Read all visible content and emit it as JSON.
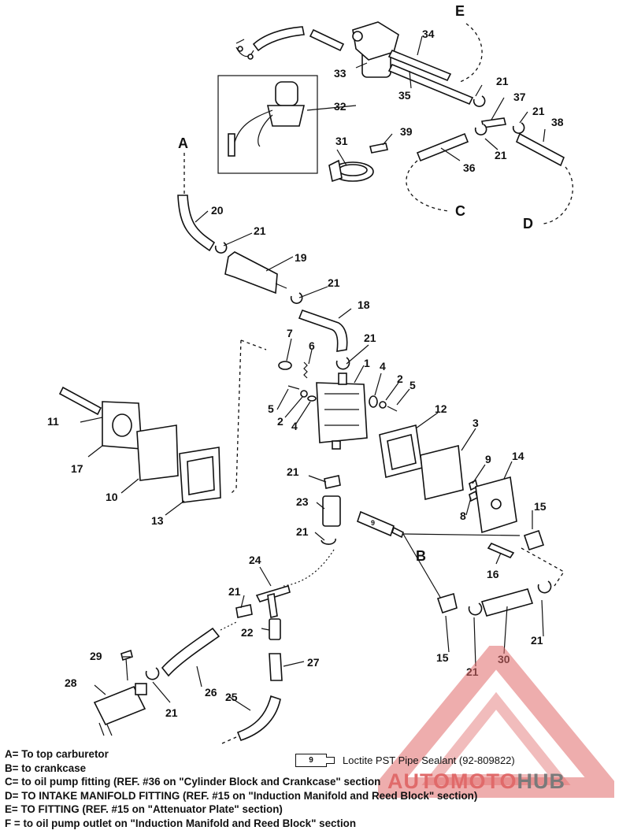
{
  "callouts": {
    "c1": "1",
    "c2a": "2",
    "c2b": "2",
    "c3": "3",
    "c4a": "4",
    "c4b": "4",
    "c5a": "5",
    "c5b": "5",
    "c6": "6",
    "c7": "7",
    "c8": "8",
    "c9a": "9",
    "c10": "10",
    "c11": "11",
    "c12": "12",
    "c13": "13",
    "c14": "14",
    "c15a": "15",
    "c15b": "15",
    "c16": "16",
    "c17": "17",
    "c18": "18",
    "c19": "19",
    "c20": "20",
    "c21a": "21",
    "c21b": "21",
    "c21c": "21",
    "c21d": "21",
    "c21e": "21",
    "c21f": "21",
    "c21g": "21",
    "c21h": "21",
    "c21i": "21",
    "c21j": "21",
    "c21k": "21",
    "c21l": "21",
    "c22": "22",
    "c23": "23",
    "c24": "24",
    "c25": "25",
    "c26": "26",
    "c27": "27",
    "c28": "28",
    "c29": "29",
    "c30": "30",
    "c31": "31",
    "c32": "32",
    "c33": "33",
    "c34": "34",
    "c35": "35",
    "c36": "36",
    "c37": "37",
    "c38": "38",
    "c39": "39",
    "tube9": "9"
  },
  "letters": {
    "A": "A",
    "B": "B",
    "C": "C",
    "D": "D",
    "E": "E",
    "F": "F"
  },
  "legend": [
    "A= To top carburetor",
    "B= to crankcase",
    "C= to oil pump fitting (REF. #36 on \"Cylinder Block and Crankcase\" section",
    "D= TO INTAKE MANIFOLD FITTING (REF. #15 on \"Induction Manifold and Reed Block\" section)",
    "E= TO FITTING (REF. #15 on \"Attenuator Plate\" section)",
    "F = to oil pump outlet on \"Induction Manifold and Reed Block\" section"
  ],
  "sealant": {
    "tube_number": "9",
    "text": "Loctite PST Pipe Sealant (92-809822)"
  },
  "watermark": {
    "part1": "AUTO",
    "part2": "MOTO",
    "part3": "HUB"
  },
  "colors": {
    "line": "#111111",
    "watermark_red": "#e06a6a",
    "watermark_gray": "#7a7a7a"
  }
}
